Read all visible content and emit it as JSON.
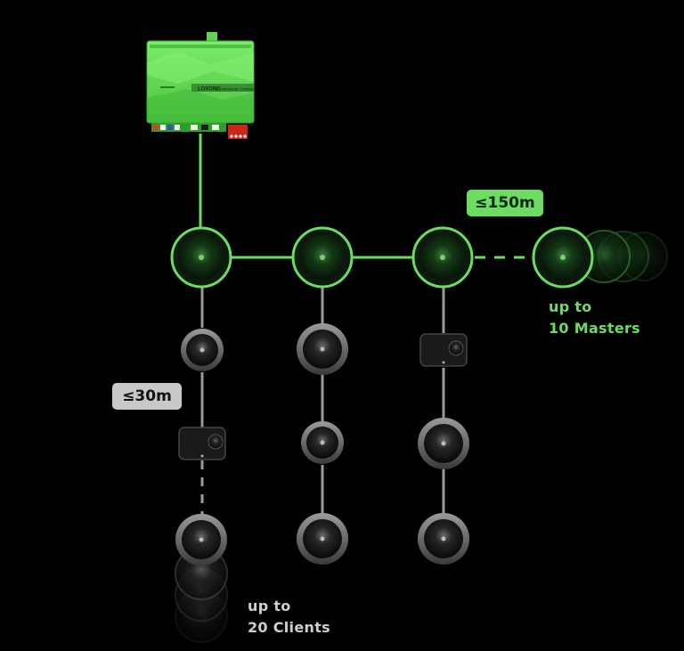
{
  "controller": {
    "brand": "LOXONE",
    "model": "Miniserver Compact"
  },
  "labels": {
    "master_distance": "≤150m",
    "client_distance": "≤30m",
    "masters_line1": "up to",
    "masters_line2": "10 Masters",
    "clients_line1": "up to",
    "clients_line2": "20 Clients"
  },
  "colors": {
    "accent": "#6ddc63",
    "line_gray": "#9a9a9a",
    "background": "#000000"
  },
  "masters": [
    {
      "name": "master-speaker-1",
      "clients": [
        "round-small",
        "box",
        "dashed",
        "round-large"
      ]
    },
    {
      "name": "master-speaker-2",
      "clients": [
        "round-large",
        "round-small",
        "round-large"
      ]
    },
    {
      "name": "master-speaker-3",
      "clients": [
        "box",
        "round-large",
        "round-large"
      ]
    },
    {
      "name": "master-speaker-4",
      "clients": []
    }
  ]
}
